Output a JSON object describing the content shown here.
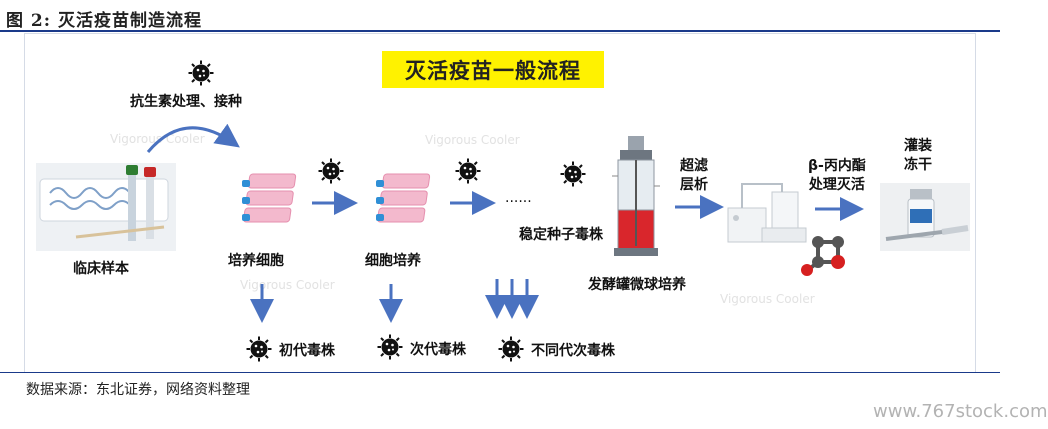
{
  "figure_title": "图 2: 灭活疫苗制造流程",
  "banner_title": "灭活疫苗一般流程",
  "labels": {
    "antibiotic": "抗生素处理、接种",
    "clinical_sample": "临床样本",
    "culture_cells": "培养细胞",
    "cell_culture": "细胞培养",
    "ellipsis": "......",
    "stable_seed": "稳定种子毒株",
    "fermenter": "发酵罐微球培养",
    "ultrafiltration": [
      "超滤",
      "层析"
    ],
    "inactivation": [
      "β-丙内酯",
      "处理灭活"
    ],
    "filling": [
      "灌装",
      "冻干"
    ],
    "first_gen": "初代毒株",
    "second_gen": "次代毒株",
    "diff_gen": "不同代次毒株"
  },
  "ghost_watermarks": [
    "Vigorous Cooler",
    "Vigorous Cooler",
    "Vigorous Cooler",
    "Vigorous Cooler"
  ],
  "source": "数据来源：东北证券，网络资料整理",
  "watermark": "www.767stock.com",
  "colors": {
    "arrow": "#4a72c0",
    "banner": "#fff200",
    "rule": "#1a3a8a",
    "flask_pink": "#f3b9cd",
    "flask_cap": "#2f8fd6"
  }
}
